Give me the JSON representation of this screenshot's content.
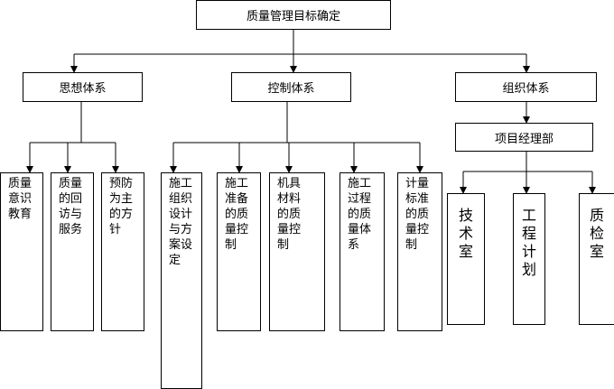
{
  "root": {
    "label": "质量管理目标确定"
  },
  "level1": [
    {
      "label": "思想体系"
    },
    {
      "label": "控制体系"
    },
    {
      "label": "组织体系"
    }
  ],
  "manager": {
    "label": "项目经理部"
  },
  "thought_items": [
    {
      "label": "质量\n意识\n教育"
    },
    {
      "label": "质量\n的回\n访与\n服务"
    },
    {
      "label": "预防\n为主\n的方\n针"
    }
  ],
  "control_items": [
    {
      "label": "施工\n组织\n设计\n与方\n案设\n定"
    },
    {
      "label": "施工\n准备\n的质\n量控\n制"
    },
    {
      "label": "机具\n材料\n的质\n量控\n制"
    },
    {
      "label": "施工\n过程\n的质\n量体\n系"
    },
    {
      "label": "计量\n标准\n的质\n量控\n制"
    }
  ],
  "org_items": [
    {
      "label": "技\n术\n室"
    },
    {
      "label": "工\n程\n计\n划"
    },
    {
      "label": "质\n检\n室"
    }
  ],
  "colors": {
    "line": "#000000",
    "box_fill": "#ffffff",
    "background": "#ffffff"
  }
}
